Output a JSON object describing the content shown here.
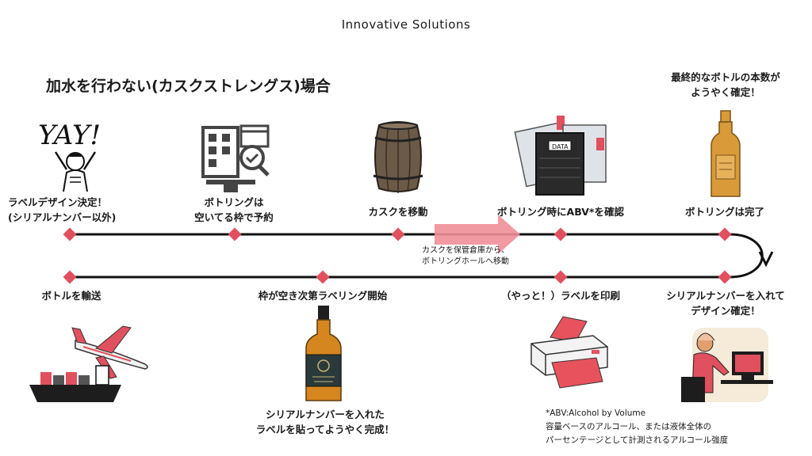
{
  "brand": "Innovative Solutions",
  "heading": "加水を行わない(カスクストレングス)場合",
  "top_right_note": [
    "最終的なボトルの本数が",
    "ようやく確定！"
  ],
  "steps_top": [
    {
      "label": [
        "ラベルデザイン決定！",
        "(シリアルナンバー以外)"
      ],
      "icon": "yay-person-icon"
    },
    {
      "label": [
        "ボトリングは",
        "空いてる枠で予約"
      ],
      "icon": "building-calendar-icon"
    },
    {
      "label": [
        "カスクを移動"
      ],
      "icon": "barrel-icon"
    },
    {
      "label": [
        "ボトリング時にABV*を確認"
      ],
      "icon": "notebooks-icon"
    },
    {
      "label": [
        "ボトリングは完了"
      ],
      "icon": "whisky-bottle-icon"
    }
  ],
  "steps_bottom": [
    {
      "label": [
        "ボトルを輸送"
      ],
      "icon": "plane-ship-icon"
    },
    {
      "label": [
        "枠が空き次第ラベリング開始"
      ],
      "icon": "labeled-bottle-icon"
    },
    {
      "label": [
        "（やっと！）ラベルを印刷"
      ],
      "icon": "printer-icon"
    },
    {
      "label": [
        "シリアルナンバーを入れて",
        "デザイン確定！"
      ],
      "icon": "designer-at-desk-icon"
    }
  ],
  "arrow_note": [
    "カスクを保管倉庫から、",
    "ボトリングホールへ移動"
  ],
  "bottom_bottle_caption": [
    "シリアルナンバーを入れた",
    "ラベルを貼ってようやく完成！"
  ],
  "footnote": [
    "*ABV:Alcohol by Volume",
    "容量ベースのアルコール、または液体全体の",
    "パーセンテージとして計測されるアルコール強度"
  ],
  "colors": {
    "accent": "#e0505e",
    "arrow": "#ef8f97",
    "line": "#111111",
    "bottle": "#d99a3a",
    "paper": "#e8525c"
  }
}
